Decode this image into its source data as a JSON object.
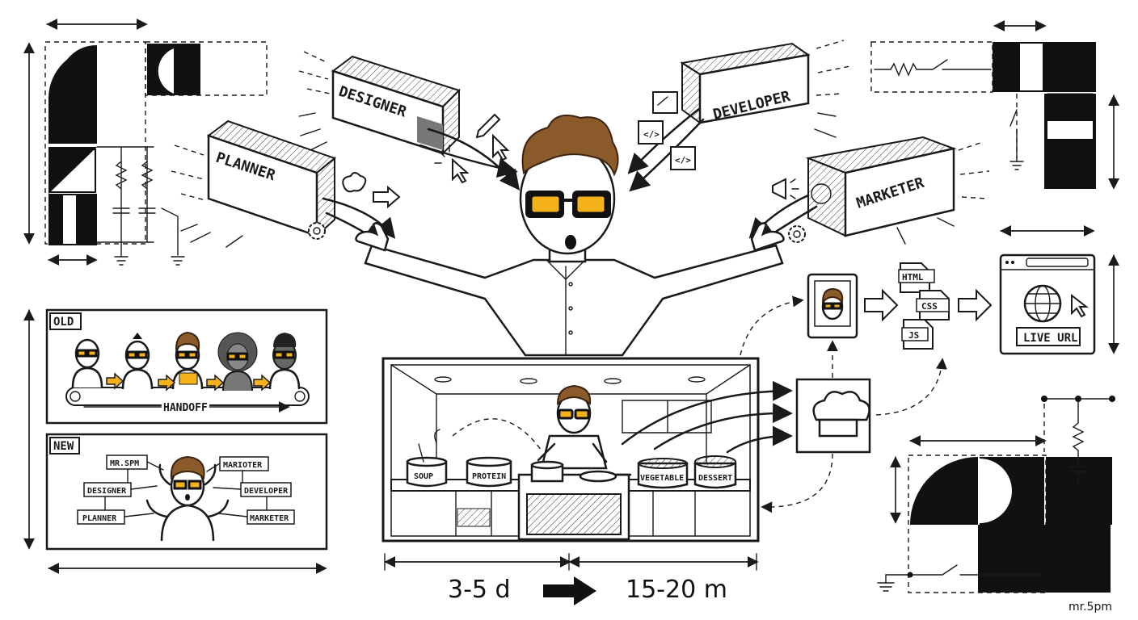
{
  "roles": {
    "designer": "DESIGNER",
    "developer": "DEVELOPER",
    "planner": "PLANNER",
    "marketer": "MARKETER"
  },
  "old_panel": {
    "tag": "OLD",
    "handoff_label": "HANDOFF"
  },
  "new_panel": {
    "tag": "NEW",
    "nodes": [
      "MR.SPM",
      "MARIOTER",
      "DESIGNER",
      "DEVELOPER",
      "PLANNER",
      "MARKETER"
    ]
  },
  "kitchen": {
    "pots": [
      "SOUP",
      "PROTEIN",
      "VEGETABLE",
      "DESSERT"
    ]
  },
  "pipeline": {
    "files": [
      "HTML",
      "CSS",
      "JS"
    ],
    "live_url": "LIVE URL"
  },
  "timeline": {
    "before": "3-5 d",
    "after": "15-20 m"
  },
  "signature": "mr.5pm",
  "colors": {
    "accent": "#f6b21b",
    "hair": "#8a5a2b",
    "ink": "#1a1a1a"
  }
}
